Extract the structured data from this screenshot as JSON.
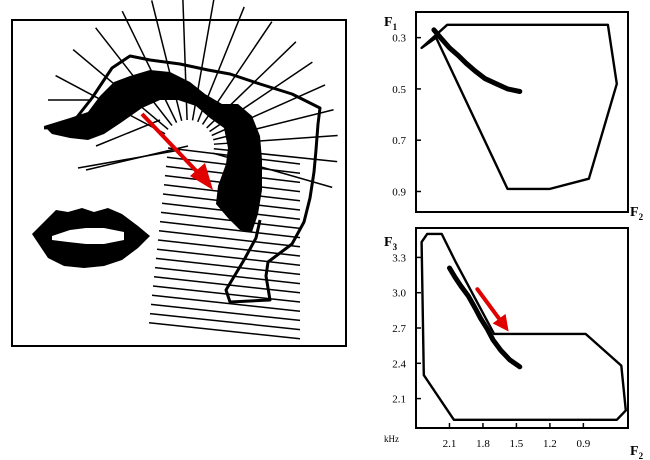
{
  "vocal_tract": {
    "arrow_color": "#e00000"
  },
  "chart_data": [
    {
      "type": "line",
      "xlabel": "F2",
      "ylabel": "F1",
      "x_range": [
        2.4,
        0.5
      ],
      "y_range": [
        0.2,
        0.98
      ],
      "yticks": [
        0.3,
        0.5,
        0.7,
        0.9
      ],
      "series": [
        {
          "x": [
            2.24,
            2.18,
            2.1,
            2.02,
            1.95,
            1.87,
            1.78,
            1.68,
            1.58,
            1.47
          ],
          "y": [
            0.27,
            0.3,
            0.34,
            0.37,
            0.4,
            0.43,
            0.46,
            0.48,
            0.5,
            0.51
          ]
        }
      ],
      "region": {
        "x": [
          2.35,
          2.12,
          0.68,
          0.6,
          0.85,
          1.2,
          1.58,
          2.22,
          2.35
        ],
        "y": [
          0.34,
          0.25,
          0.25,
          0.48,
          0.85,
          0.89,
          0.89,
          0.3,
          0.34
        ]
      }
    },
    {
      "type": "line",
      "xlabel": "F2",
      "ylabel": "F3",
      "unit_label": "kHz",
      "x_range": [
        2.4,
        0.5
      ],
      "xticks": [
        2.1,
        1.8,
        1.5,
        1.2,
        0.9
      ],
      "y_range": [
        1.85,
        3.55
      ],
      "yticks": [
        3.3,
        3.0,
        2.7,
        2.4,
        2.1
      ],
      "series": [
        {
          "x": [
            2.1,
            2.05,
            2.0,
            1.93,
            1.87,
            1.82,
            1.76,
            1.71,
            1.64,
            1.56,
            1.47
          ],
          "y": [
            3.21,
            3.13,
            3.06,
            2.97,
            2.87,
            2.78,
            2.69,
            2.6,
            2.51,
            2.43,
            2.37
          ]
        }
      ],
      "region": {
        "x": [
          2.35,
          2.3,
          2.17,
          2.05,
          1.7,
          0.88,
          0.56,
          0.52,
          0.6,
          2.06,
          2.33,
          2.35
        ],
        "y": [
          3.43,
          3.5,
          3.5,
          3.27,
          2.65,
          2.65,
          2.38,
          2.0,
          1.92,
          1.92,
          2.3,
          3.43
        ]
      },
      "arrow": {
        "from": [
          1.85,
          3.03
        ],
        "to": [
          1.57,
          2.67
        ],
        "color": "#e00000"
      }
    }
  ]
}
